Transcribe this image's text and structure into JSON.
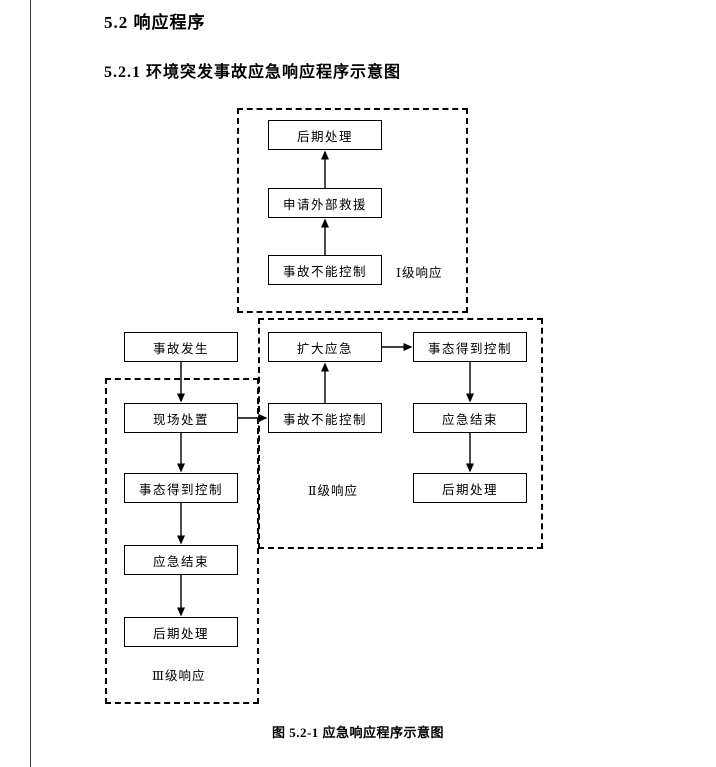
{
  "document": {
    "section_heading": "5.2 响应程序",
    "subsection_heading": "5.2.1 环境突发事故应急响应程序示意图",
    "figure_caption": "图 5.2-1 应急响应程序示意图"
  },
  "flowchart": {
    "start_box": "事故发生",
    "level1": {
      "label": "Ⅰ级响应",
      "boxes": {
        "post_processing": "后期处理",
        "request_external_rescue": "申请外部救援",
        "accident_uncontrollable": "事故不能控制"
      }
    },
    "level2": {
      "label": "Ⅱ级响应",
      "boxes": {
        "expand_response": "扩大应急",
        "situation_controlled": "事态得到控制",
        "accident_uncontrollable": "事故不能控制",
        "response_end": "应急结束",
        "post_processing": "后期处理"
      }
    },
    "level3": {
      "label": "Ⅲ级响应",
      "boxes": {
        "onsite_disposal": "现场处置",
        "situation_controlled": "事态得到控制",
        "response_end": "应急结束",
        "post_processing": "后期处理"
      }
    }
  }
}
